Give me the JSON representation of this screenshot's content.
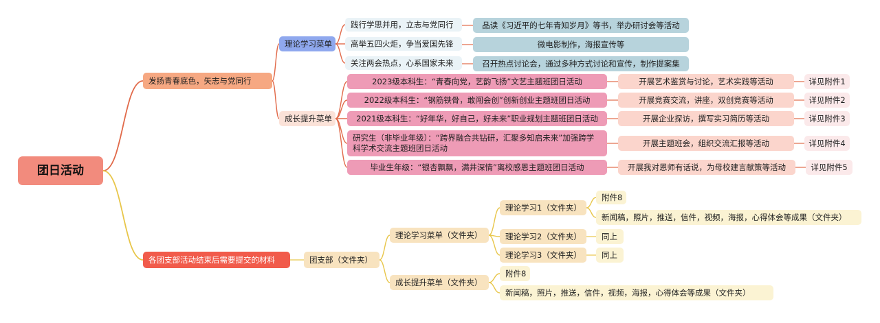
{
  "root": "团日活动",
  "branch1": {
    "label": "发扬青春底色，矢志与党同行",
    "theory": {
      "label": "理论学习菜单",
      "items": [
        {
          "topic": "践行学思并用，立志与党同行",
          "activity": "品读《习近平的七年青知岁月》等书，举办研讨会等活动"
        },
        {
          "topic": "高举五四火炬，争当爱国先锋",
          "activity": "微电影制作，海报宣传等"
        },
        {
          "topic": "关注两会热点，心系国家未来",
          "activity": "召开热点讨论会，通过多种方式讨论和宣传，制作提案集"
        }
      ]
    },
    "growth": {
      "label": "成长提升菜单",
      "items": [
        {
          "topic": "2023级本科生：“青春向党，艺韵飞扬”文艺主题班团日活动",
          "activity": "开展艺术鉴赏与讨论，艺术实践等活动",
          "attach": "详见附件1"
        },
        {
          "topic": "2022级本科生：“钢筋铁骨，敢闯会创”创新创业主题班团日活动",
          "activity": "开展竞赛交流，讲座，双创竞赛等活动",
          "attach": "详见附件2"
        },
        {
          "topic": "2021级本科生：“好年华，好自己，好未来”职业规划主题班团日活动",
          "activity": "开展企业探访，撰写实习简历等活动",
          "attach": "详见附件3"
        },
        {
          "topic": "研究生（非毕业年级）：“跨界融合共钻研，汇聚多知启未来”加强跨学科学术交流主题班团日活动",
          "activity": "开展主题班会，组织交流汇报等活动",
          "attach": "详见附件4"
        },
        {
          "topic": "毕业生年级：“银杏飘飘，满井深情”离校感恩主题班团日活动",
          "activity": "开展我对恩师有话说，为母校建言献策等活动",
          "attach": "详见附件5"
        }
      ]
    }
  },
  "branch2": {
    "label": "各团支部活动结束后需要提交的材料",
    "folder": "团支部（文件夹）",
    "theory": {
      "label": "理论学习菜单（文件夹）",
      "s1": "理论学习1（文件夹）",
      "s1_attach": "附件8",
      "s1_results": "新闻稿，照片，推送，信件，视频，海报，心得体会等成果（文件夹）",
      "s2": "理论学习2（文件夹）",
      "s2_note": "同上",
      "s3": "理论学习3（文件夹）",
      "s3_note": "同上"
    },
    "growth": {
      "label": "成长提升菜单（文件夹）",
      "attach": "附件8",
      "results": "新闻稿，照片，推送，信件，视频，海报，心得体会等成果（文件夹）"
    }
  },
  "colors": {
    "root": "#f28b7d",
    "branch1": "#f6a882",
    "branch2": "#f15b4b",
    "wire1": "#e16a4a",
    "wire2": "#e8c64a"
  }
}
